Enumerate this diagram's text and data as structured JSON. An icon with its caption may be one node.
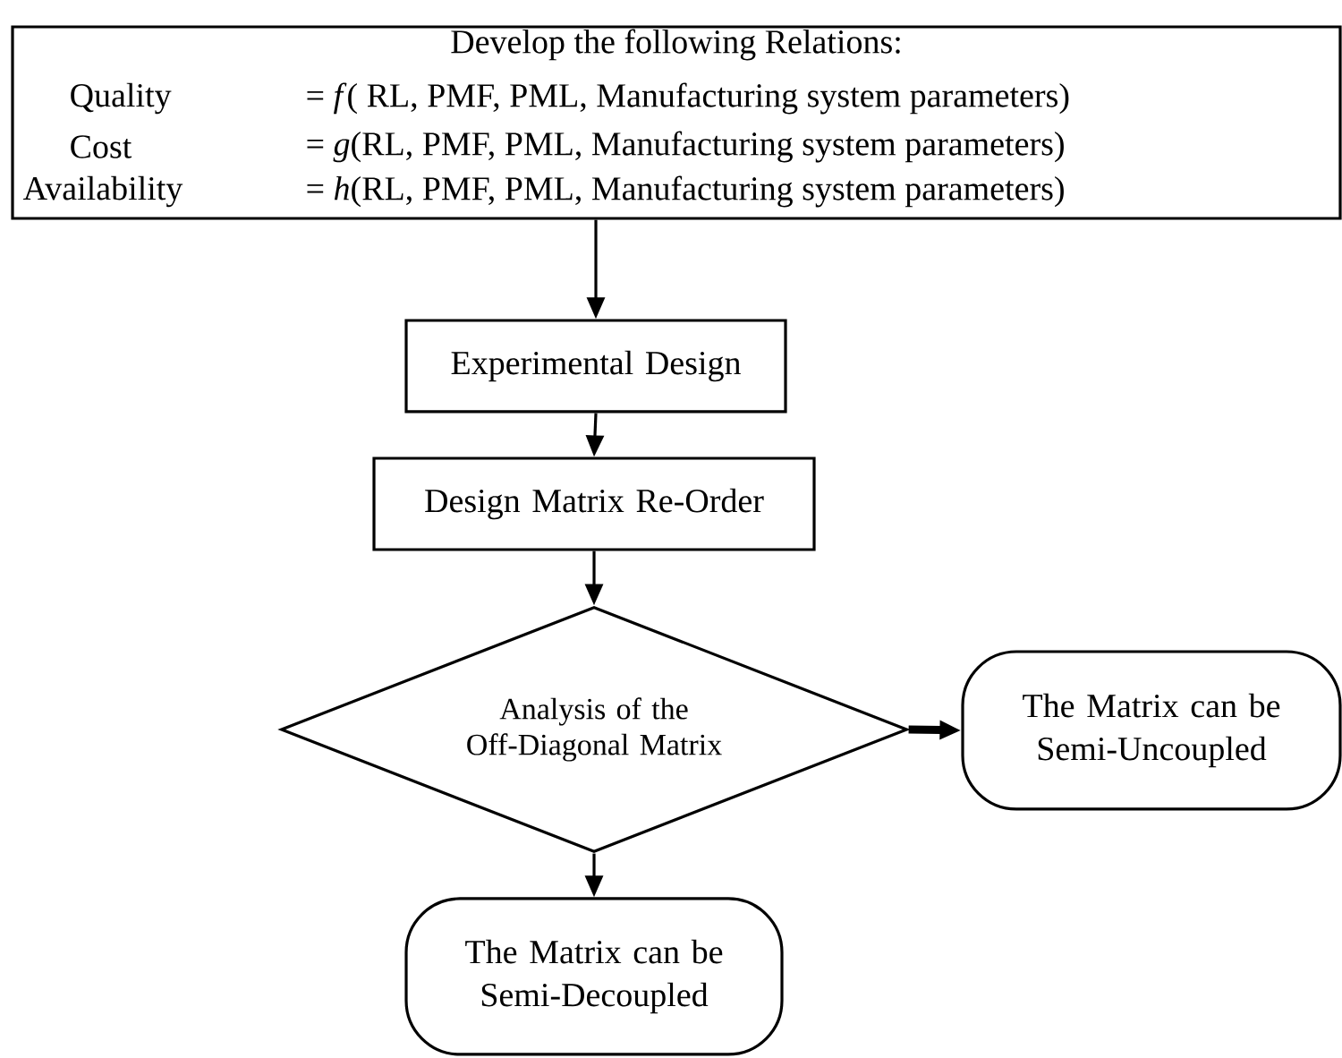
{
  "diagram": {
    "nodes": [
      {
        "text": [
          "Develop the following Relations:",
          "Quality",
          "= *f*( RL, PMF, PML, Manufacturing system parameters)",
          "Cost",
          "= *g*(RL, PMF, PML, Manufacturing system parameters)",
          "Availability",
          "= *h*(RL, PMF, PML, Manufacturing system parameters)"
        ]
      },
      {
        "text": [
          "Experimental Design"
        ]
      },
      {
        "text": [
          "Design Matrix Re-Order"
        ]
      },
      {
        "text": [
          "Analysis of the Off-Diagonal Matrix"
        ]
      },
      {
        "text": [
          "The Matrix can be Semi-Uncoupled"
        ]
      },
      {
        "text": [
          "The Matrix can be Semi-Decoupled"
        ]
      }
    ],
    "edges": [
      {
        "from": 0,
        "to": 1,
        "arrow": "to"
      },
      {
        "from": 1,
        "to": 2,
        "arrow": "to"
      },
      {
        "from": 2,
        "to": 3,
        "arrow": "to"
      },
      {
        "from": 3,
        "to": 4,
        "arrow": "to",
        "style": "thick"
      },
      {
        "from": 3,
        "to": 5,
        "arrow": "to"
      }
    ]
  }
}
